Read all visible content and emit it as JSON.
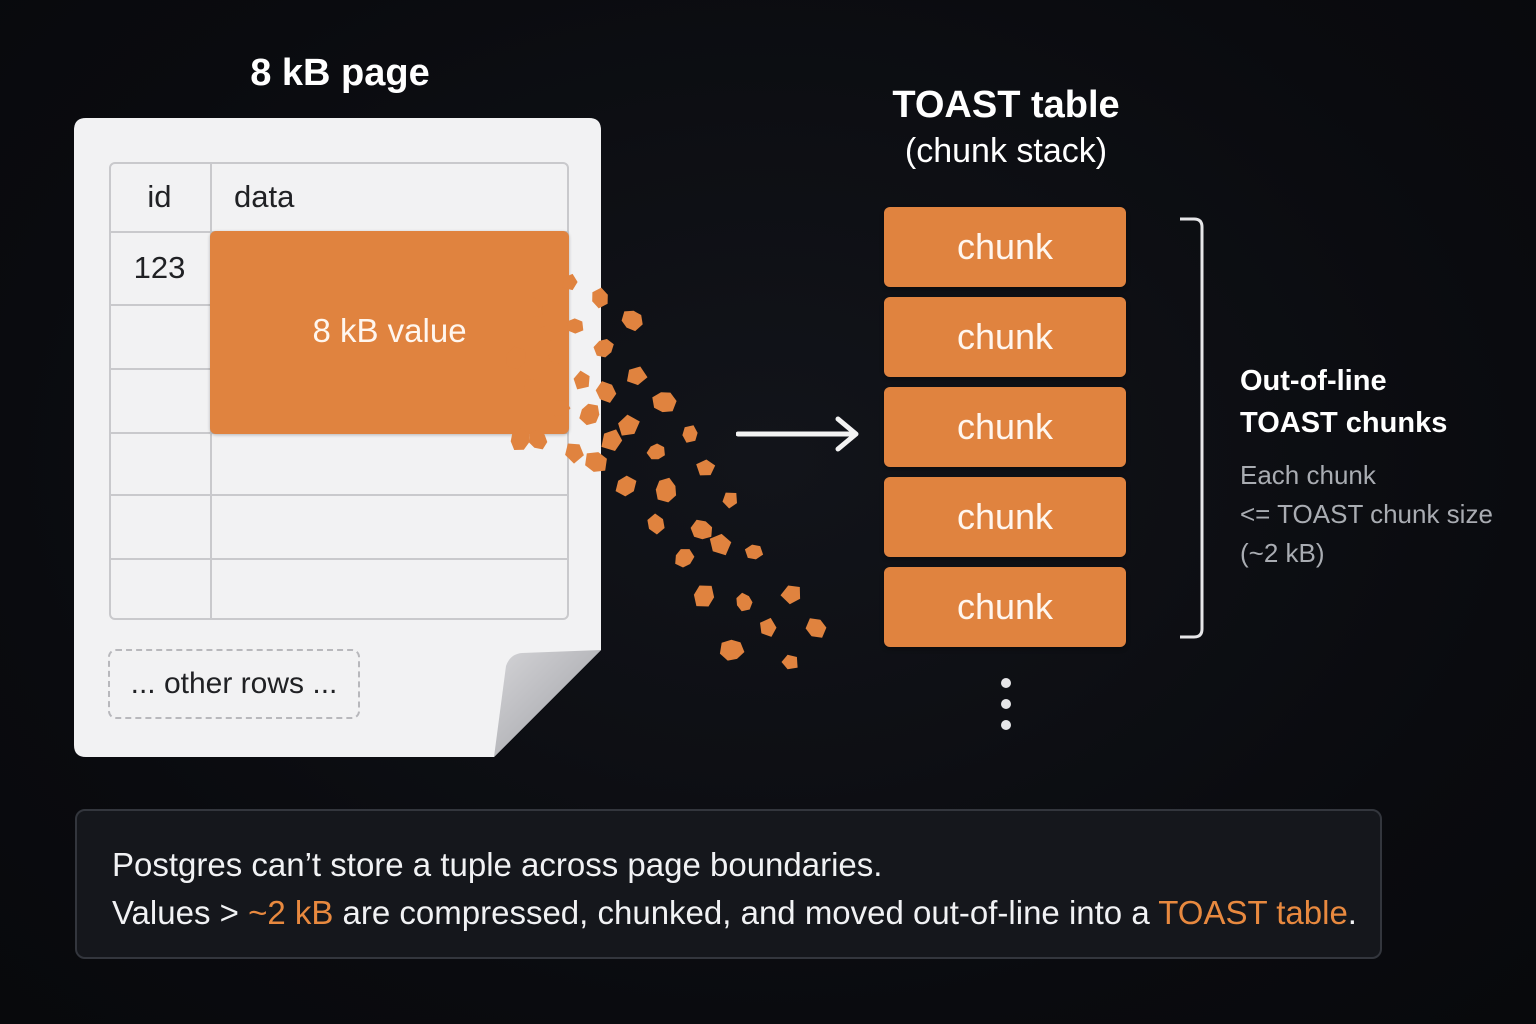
{
  "page": {
    "title": "8 kB page",
    "columns": [
      "id",
      "data"
    ],
    "row_id": "123",
    "value_label": "8 kB value",
    "other_rows_label": "... other rows ..."
  },
  "toast": {
    "title": "TOAST table",
    "subtitle": "(chunk stack)",
    "chunks": [
      "chunk",
      "chunk",
      "chunk",
      "chunk",
      "chunk"
    ]
  },
  "side": {
    "label_line1": "Out-of-line",
    "label_line2": "TOAST chunks",
    "note_line1": "Each chunk",
    "note_line2": "<= TOAST chunk size",
    "note_line3": "(~2 kB)"
  },
  "caption": {
    "line1": "Postgres can’t store a tuple across page boundaries.",
    "line2_a": "Values > ",
    "line2_hl1": "~2 kB",
    "line2_b": " are compressed, chunked, and moved out-of-line into a ",
    "line2_hl2": "TOAST table",
    "line2_c": "."
  },
  "colors": {
    "accent": "#e0833f",
    "background": "#0b0c10",
    "page": "#f2f2f3"
  }
}
